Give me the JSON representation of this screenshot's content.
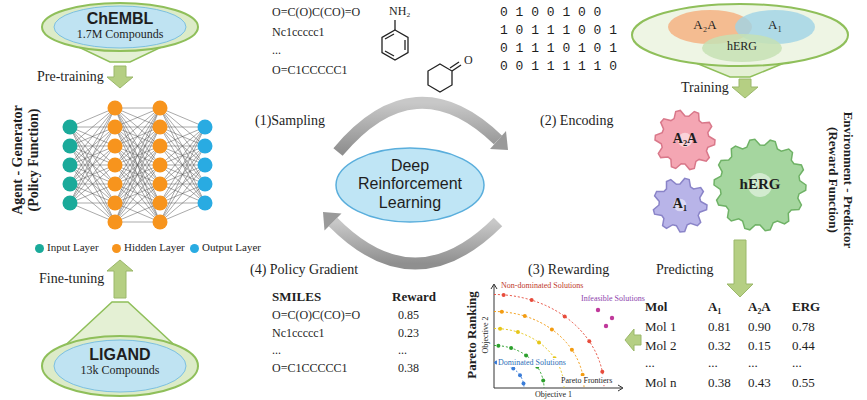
{
  "diagram": {
    "nodes": [
      {
        "text": [
          "ChEMBL",
          "1.7M Compounds"
        ]
      },
      {
        "text": [
          "LIGAND",
          "13k Compounds"
        ]
      },
      {
        "text": [
          "Agent - Generator (Policy Function)"
        ]
      },
      {
        "text": [
          "Deep Reinforcement Learning"
        ]
      },
      {
        "text": [
          "A₂A",
          "A₁",
          "hERG"
        ]
      },
      {
        "text": [
          "Environment - Predictor (Reward Function)",
          "A₂A",
          "A₁",
          "hERG"
        ]
      }
    ],
    "edges": [
      {
        "from": 0,
        "to": 2,
        "label": "Pre-training",
        "arrow": "to"
      },
      {
        "from": 1,
        "to": 2,
        "label": "Fine-tuning",
        "arrow": "to"
      },
      {
        "from": 4,
        "to": 5,
        "label": "Training",
        "arrow": "to"
      }
    ],
    "labels": [
      "(1)Sampling",
      "(2) Encoding",
      "(3) Rewarding",
      "(4) Policy Gradient",
      "O=C(O)C(CO)=O",
      "Nc1ccccc1",
      "...",
      "O=C1CCCCC1",
      "0 1 0 0 1 0 0",
      "1 0 1 1 1 0 0 1",
      "0 1 1 1 0 1 0 1",
      "0 0 1 1 1 1 1 0",
      "Predicting",
      "Mol",
      "A₁",
      "A₂A",
      "ERG",
      "Mol 1",
      "0.81",
      "0.90",
      "0.78",
      "Mol 2",
      "0.32",
      "0.15",
      "0.44",
      "...",
      "...",
      "...",
      "...",
      "Mol n",
      "0.38",
      "0.43",
      "0.55",
      "SMILES",
      "Reward",
      "O=C(O)C(CO)=O",
      "0.85",
      "Nc1ccccc1",
      "0.23",
      "...",
      "...",
      "O=C1CCCCC1",
      "0.38",
      "Pareto Ranking",
      "Non-dominated Solutions",
      "Infeasible Solutions",
      "Dominated Solutions",
      "Pareto Frontiers",
      "Objective 1",
      "Objective 2",
      "NH₂",
      "O"
    ],
    "legend": [
      {
        "text": "Input Layer",
        "color": "#1aaa9a"
      },
      {
        "text": "Hidden Layer",
        "color": "#f7941d"
      },
      {
        "text": "Output Layer",
        "color": "#29abe2"
      }
    ]
  }
}
